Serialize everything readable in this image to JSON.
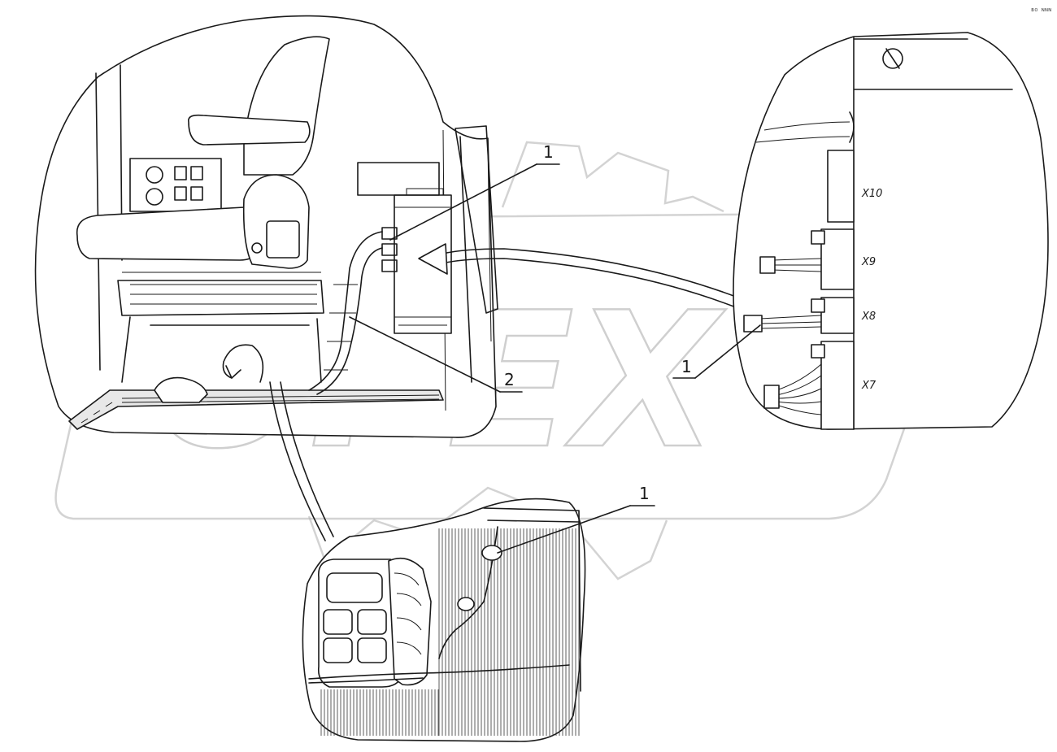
{
  "callouts": {
    "main_1": "1",
    "main_2": "2",
    "detail_right_1": "1",
    "detail_bottom_1": "1"
  },
  "connectors": {
    "x10": "X10",
    "x9": "X9",
    "x8": "X8",
    "x7": "X7"
  },
  "watermark": {
    "text": "OPEX"
  },
  "corner_ref": "ʙo ɴɴɴ"
}
